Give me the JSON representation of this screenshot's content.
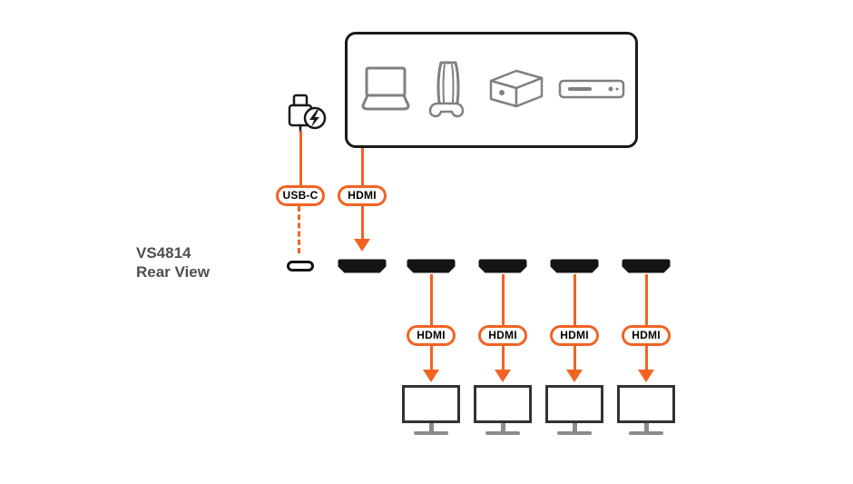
{
  "colors": {
    "accent": "#F26322",
    "outline_gray": "#808080",
    "port_black": "#141414",
    "title_gray": "#4F4F4F"
  },
  "device": {
    "model": "VS4814",
    "view": "Rear View"
  },
  "source_box": {
    "icons": [
      "laptop-icon",
      "game-console-icon",
      "mini-pc-icon",
      "media-player-icon"
    ]
  },
  "connections": {
    "power_input": {
      "label": "USB-C"
    },
    "video_input": {
      "label": "HDMI"
    },
    "outputs": [
      {
        "label": "HDMI"
      },
      {
        "label": "HDMI"
      },
      {
        "label": "HDMI"
      },
      {
        "label": "HDMI"
      }
    ]
  }
}
